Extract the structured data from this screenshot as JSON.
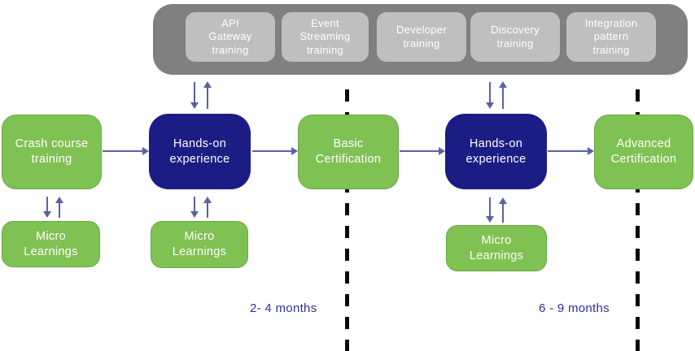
{
  "top_bar": {
    "items": [
      {
        "label": "API Gateway training"
      },
      {
        "label": "Event Streaming training"
      },
      {
        "label": "Developer training"
      },
      {
        "label": "Discovery training"
      },
      {
        "label": "Integration pattern training"
      }
    ]
  },
  "flow": {
    "boxes": [
      {
        "label": "Crash course training",
        "style": "green"
      },
      {
        "label": "Hands-on experience",
        "style": "navy"
      },
      {
        "label": "Basic Certification",
        "style": "green"
      },
      {
        "label": "Hands-on experience",
        "style": "navy"
      },
      {
        "label": "Advanced Certification",
        "style": "green"
      }
    ],
    "micro_learnings": [
      {
        "label": "Micro Learnings"
      },
      {
        "label": "Micro Learnings"
      },
      {
        "label": "Micro Learnings"
      }
    ]
  },
  "timeline": {
    "phase1_duration": "2- 4 months",
    "phase2_duration": "6 - 9 months"
  },
  "colors": {
    "green": "#7FC153",
    "navy": "#1C1C85",
    "bar_outer": "#808080",
    "bar_inner": "#BFBFBF",
    "arrow": "#5A60A8",
    "duration_text": "#2E2F9D",
    "dashed_line": "#0A0A0A"
  }
}
